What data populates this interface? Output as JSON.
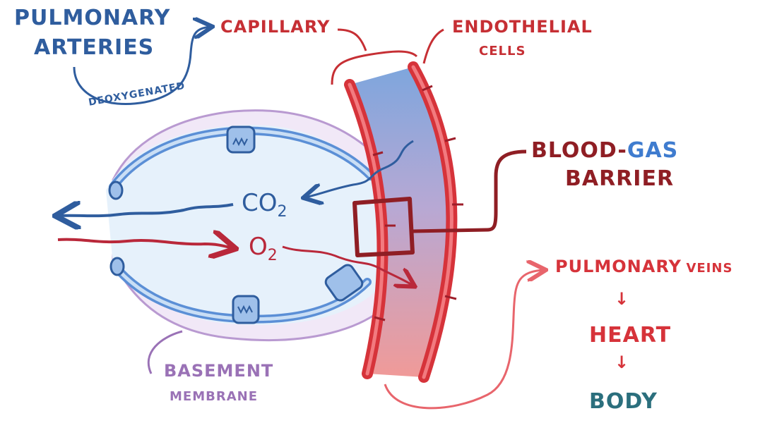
{
  "labels": {
    "pulmonary_arteries": [
      "Pulmonary",
      "Arteries"
    ],
    "deoxygenated": "Deoxygenated",
    "capillary": "Capillary",
    "endothelial_cells": [
      "Endothelial",
      "Cells"
    ],
    "blood_gas_barrier": {
      "blood": "Blood",
      "dash": "-",
      "gas": "Gas",
      "barrier": "Barrier"
    },
    "co2": {
      "main": "CO",
      "sub": "2"
    },
    "o2": {
      "main": "O",
      "sub": "2"
    },
    "pulmonary_veins": {
      "pulmonary": "Pulmonary",
      "veins": "Veins"
    },
    "flow_arrow": "↓",
    "heart": "Heart",
    "body": "Body",
    "basement_membrane": [
      "Basement",
      "Membrane"
    ]
  },
  "colors": {
    "artery_blue": "#2f5d9e",
    "vessel_red": "#d6333a",
    "membrane_purple": "#b99ad1",
    "alveolus_blue": "#5b8fd6",
    "body_teal": "#2b6f7d"
  }
}
